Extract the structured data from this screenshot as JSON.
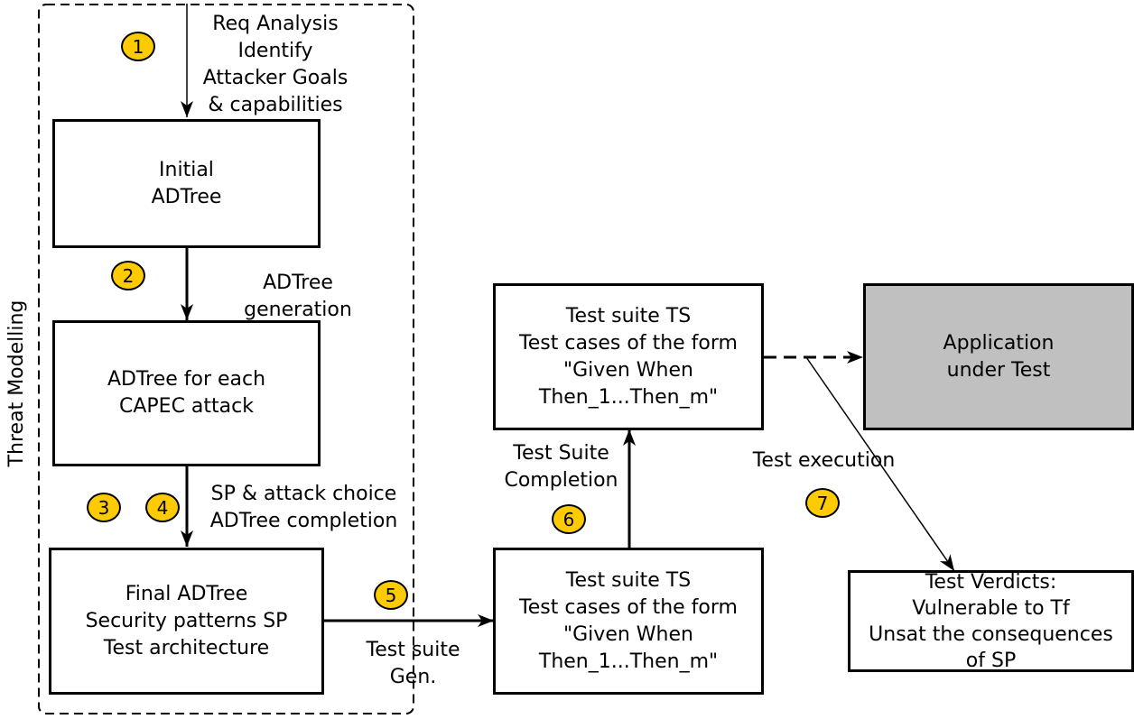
{
  "group": {
    "label": "Threat Modelling"
  },
  "boxes": {
    "initial_adtree": "Initial\nADTree",
    "adtree_capec": "ADTree for each\nCAPEC attack",
    "final_adtree": "Final ADTree\nSecurity patterns SP\nTest architecture",
    "test_suite_initial": "Test suite TS\nTest cases of the form\n\"Given When\nThen_1...Then_m\"",
    "test_suite_completed": "Test suite TS\nTest cases of the form\n\"Given When\nThen_1...Then_m\"",
    "application_under_test": "Application\nunder Test",
    "test_verdicts": "Test Verdicts:\nVulnerable to Tf\nUnsat the consequences\nof SP"
  },
  "edge_labels": {
    "req_analysis": "Req Analysis\nIdentify\nAttacker Goals\n& capabilities",
    "adtree_generation": "ADTree\ngeneration",
    "sp_attack_choice": "SP & attack choice\nADTree completion",
    "test_suite_gen": "Test suite\nGen.",
    "test_suite_completion": "Test Suite\nCompletion",
    "test_execution": "Test execution"
  },
  "steps": [
    "1",
    "2",
    "3",
    "4",
    "5",
    "6",
    "7"
  ],
  "colors": {
    "badge": "#fecb00",
    "application_box": "#c0c0c0"
  }
}
